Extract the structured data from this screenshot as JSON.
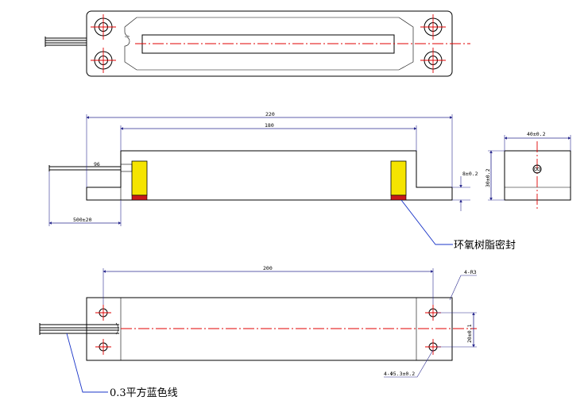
{
  "drawing": {
    "side_view": {
      "dims": {
        "overall_length": "220",
        "inner_length": "180",
        "wire_length": "500±20",
        "flange_thickness": "8±0.2",
        "wire_label": "96"
      },
      "callout": "环氧树脂密封"
    },
    "end_view": {
      "dims": {
        "width": "40±0.2",
        "height": "30±0.2"
      }
    },
    "bottom_view": {
      "dims": {
        "hole_spacing": "200",
        "hole_pitch": "20±0.1",
        "corner_radius": "4-R3",
        "holes": "4-Φ5.3±0.2"
      },
      "callout": "0.3平方蓝色线"
    },
    "colors": {
      "outline": "#000000",
      "centerline": "#e00000",
      "hatch": "#3fb6c6",
      "epoxy": "#f5e400",
      "leader": "#1a35c8"
    }
  }
}
